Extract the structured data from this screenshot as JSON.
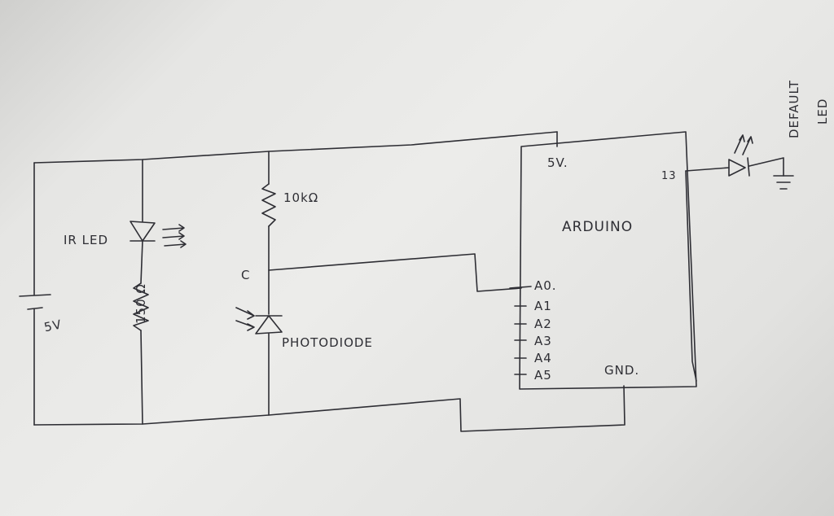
{
  "labels": {
    "battery": "5V",
    "ir_led": "IR LED",
    "resistor_150": "150 Ω",
    "resistor_10k": "10kΩ",
    "node_c": "C",
    "photodiode": "PHOTODIODE",
    "arduino": "ARDUINO",
    "pin_5v": "5V.",
    "pin_13": "13",
    "pin_a0": "A0.",
    "pin_a1": "A1",
    "pin_a2": "A2",
    "pin_a3": "A3",
    "pin_a4": "A4",
    "pin_a5": "A5",
    "pin_gnd": "GND.",
    "default_led_line1": "DEFAULT",
    "default_led_line2": "LED"
  }
}
